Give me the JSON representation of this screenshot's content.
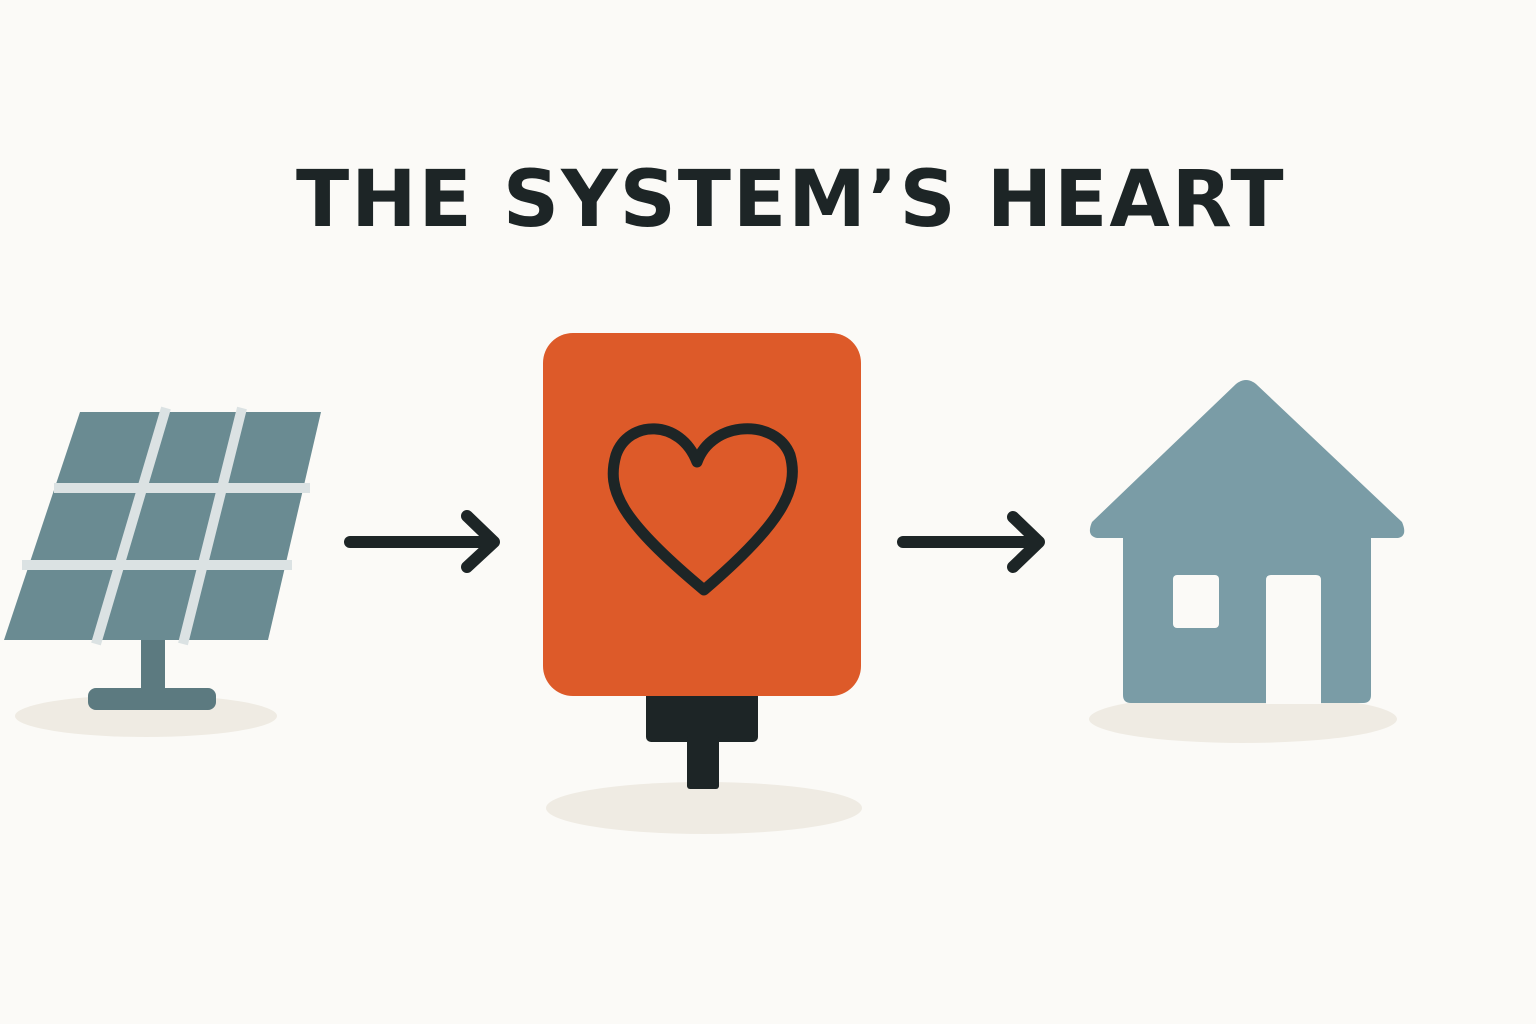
{
  "title": "THE SYSTEM’S HEART",
  "colors": {
    "background": "#fbfaf7",
    "title_text": "#1d2526",
    "solar_panel": "#6a8b92",
    "solar_gridlines": "#dbe2e3",
    "solar_stand": "#5c7a80",
    "inverter": "#dd5a29",
    "heart_outline": "#1d2526",
    "inverter_base": "#1d2526",
    "house": "#7a9ca6",
    "house_openings": "#fbfaf7",
    "ground_shadow": "#efebe3",
    "arrows": "#1d2526"
  },
  "nodes": [
    {
      "id": "solar-panel",
      "icon": "solar-panel-icon"
    },
    {
      "id": "inverter",
      "icon": "heart-icon"
    },
    {
      "id": "house",
      "icon": "house-icon"
    }
  ],
  "edges": [
    {
      "from": "solar-panel",
      "to": "inverter"
    },
    {
      "from": "inverter",
      "to": "house"
    }
  ]
}
